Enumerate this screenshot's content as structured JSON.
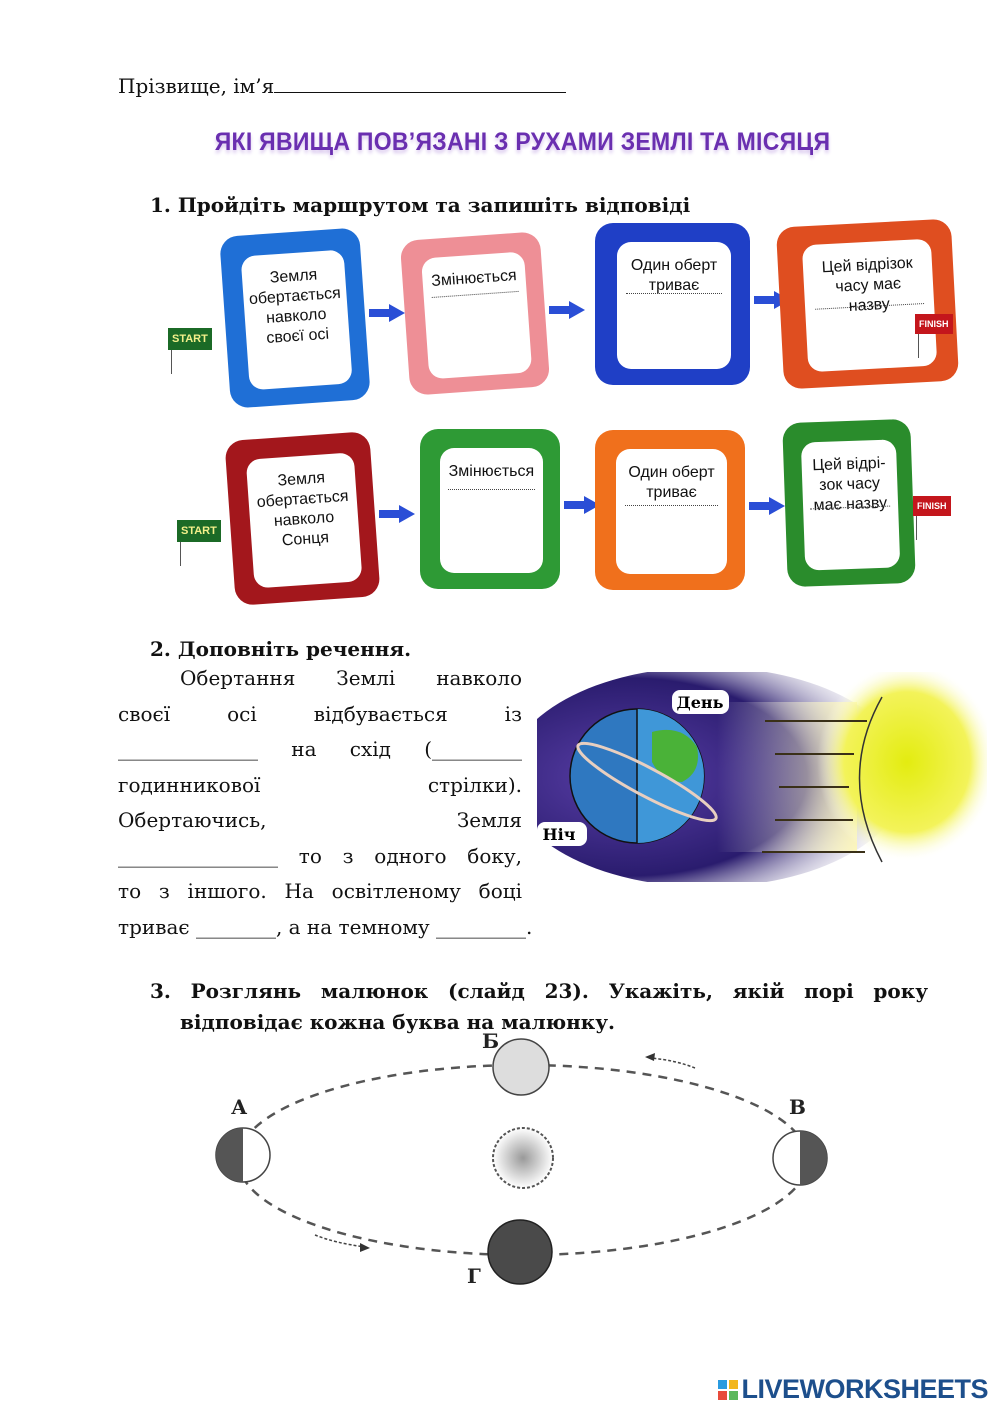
{
  "header": {
    "name_label": "Прізвище, ім’я"
  },
  "title": "ЯКІ ЯВИЩА ПОВ’ЯЗАНІ З РУХАМИ ЗЕМЛІ ТА МІСЯЦЯ",
  "task1": {
    "heading": "1.  Пройдіть маршрутом та запишіть відповіді",
    "start": "START",
    "finish": "FINISH",
    "rows": [
      {
        "cards": [
          {
            "text": "Земля\nобертається\nнавколо\nсвоєї осі",
            "color": "#1f6fd6",
            "dots": false
          },
          {
            "text": "Змінюється",
            "color": "#ee8f96",
            "dots": true
          },
          {
            "text": "Один оберт\nтриває",
            "color": "#1f3fc6",
            "dots": true
          },
          {
            "text": "Цей відрізок\nчасу має\nназву",
            "color": "#df4e20",
            "dots": true
          }
        ]
      },
      {
        "cards": [
          {
            "text": "Земля\nобертається\nнавколо\nСонця",
            "color": "#a3171c",
            "dots": false
          },
          {
            "text": "Змінюється",
            "color": "#2e9a35",
            "dots": true
          },
          {
            "text": "Один оберт\nтриває",
            "color": "#f0701c",
            "dots": true
          },
          {
            "text": "Цей відрі-\nзок часу\nмає назву",
            "color": "#2a8c2c",
            "dots": true
          }
        ]
      }
    ]
  },
  "task2": {
    "heading": "2.  Доповніть речення.",
    "lines": [
      "Обертання Землі навколо",
      "своєї осі відбувається із",
      "______________ на схід (_________",
      "годинникової стрілки).",
      "Обертаючись, Земля",
      "________________ то з одного боку,",
      "то з іншого. На освітленому боці",
      "триває ________, а на темному _________."
    ],
    "image_labels": {
      "day": "День",
      "night": "Ніч"
    }
  },
  "task3": {
    "line1": "3.  Розглянь малюнок (слайд 23). Укажіть, якій порі  року",
    "line2": "відповідає кожна буква на малюнку.",
    "labels": {
      "a": "А",
      "b": "Б",
      "v": "В",
      "g": "Г"
    }
  },
  "footer": {
    "logo": "LIVEWORKSHEETS"
  }
}
